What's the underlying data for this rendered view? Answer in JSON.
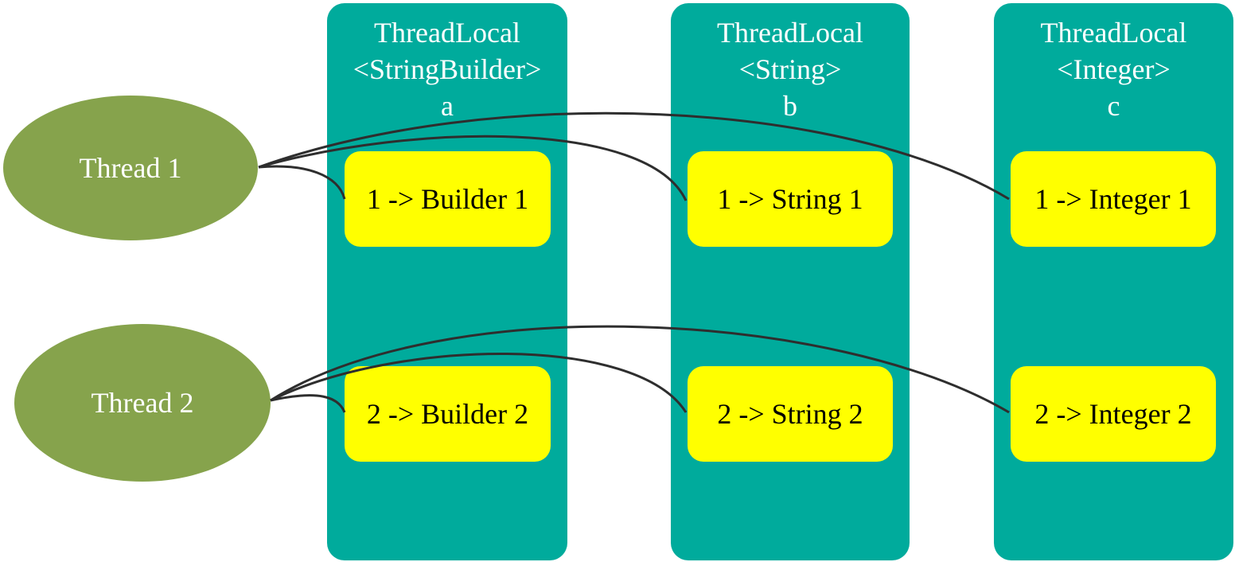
{
  "columns": [
    {
      "title_line1": "ThreadLocal",
      "title_line2": "<StringBuilder>",
      "var": "a",
      "entries": [
        "1 -> Builder 1",
        "2 -> Builder 2"
      ]
    },
    {
      "title_line1": "ThreadLocal",
      "title_line2": "<String>",
      "var": "b",
      "entries": [
        "1 -> String 1",
        "2 -> String 2"
      ]
    },
    {
      "title_line1": "ThreadLocal",
      "title_line2": "<Integer>",
      "var": "c",
      "entries": [
        "1 -> Integer 1",
        "2 -> Integer 2"
      ]
    }
  ],
  "threads": [
    {
      "label": "Thread 1"
    },
    {
      "label": "Thread 2"
    }
  ],
  "colors": {
    "column": "#00ab9c",
    "entry": "#ffff00",
    "thread": "#86a34c",
    "connector": "#2e2e2e"
  }
}
